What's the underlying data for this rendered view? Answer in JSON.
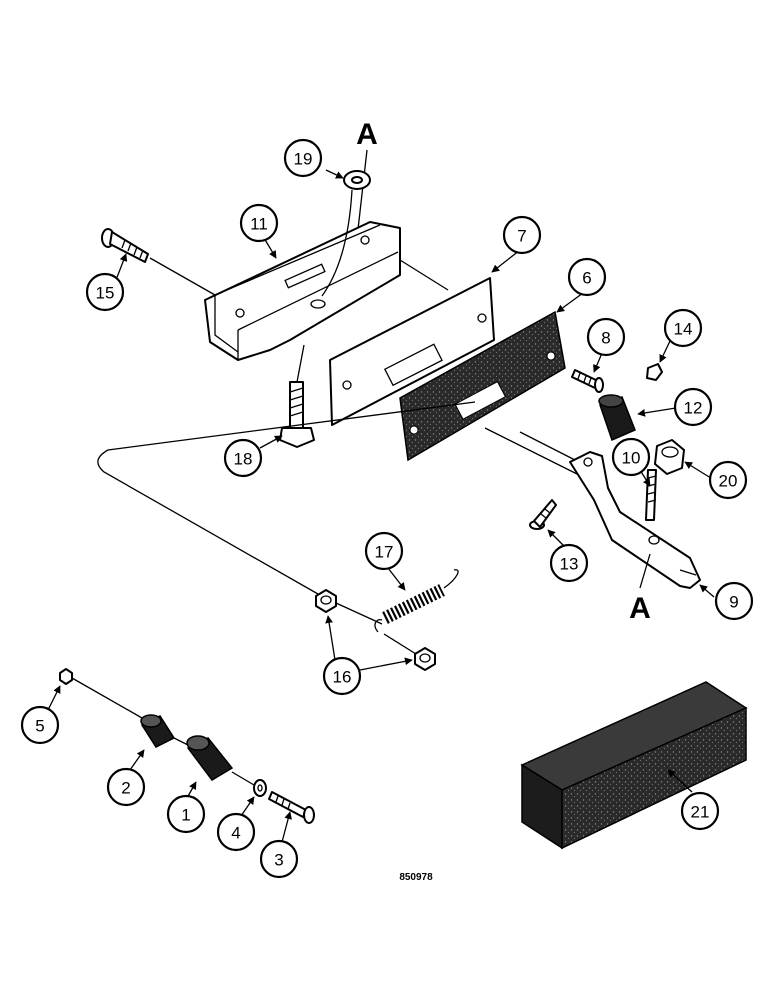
{
  "diagram": {
    "section_marks": [
      "A",
      "A"
    ],
    "reference_number": "850978",
    "callouts": [
      "1",
      "2",
      "3",
      "4",
      "5",
      "6",
      "7",
      "8",
      "9",
      "10",
      "11",
      "12",
      "13",
      "14",
      "15",
      "16",
      "17",
      "18",
      "19",
      "20",
      "21"
    ]
  },
  "colors": {
    "line": "#000000",
    "background": "#ffffff"
  }
}
